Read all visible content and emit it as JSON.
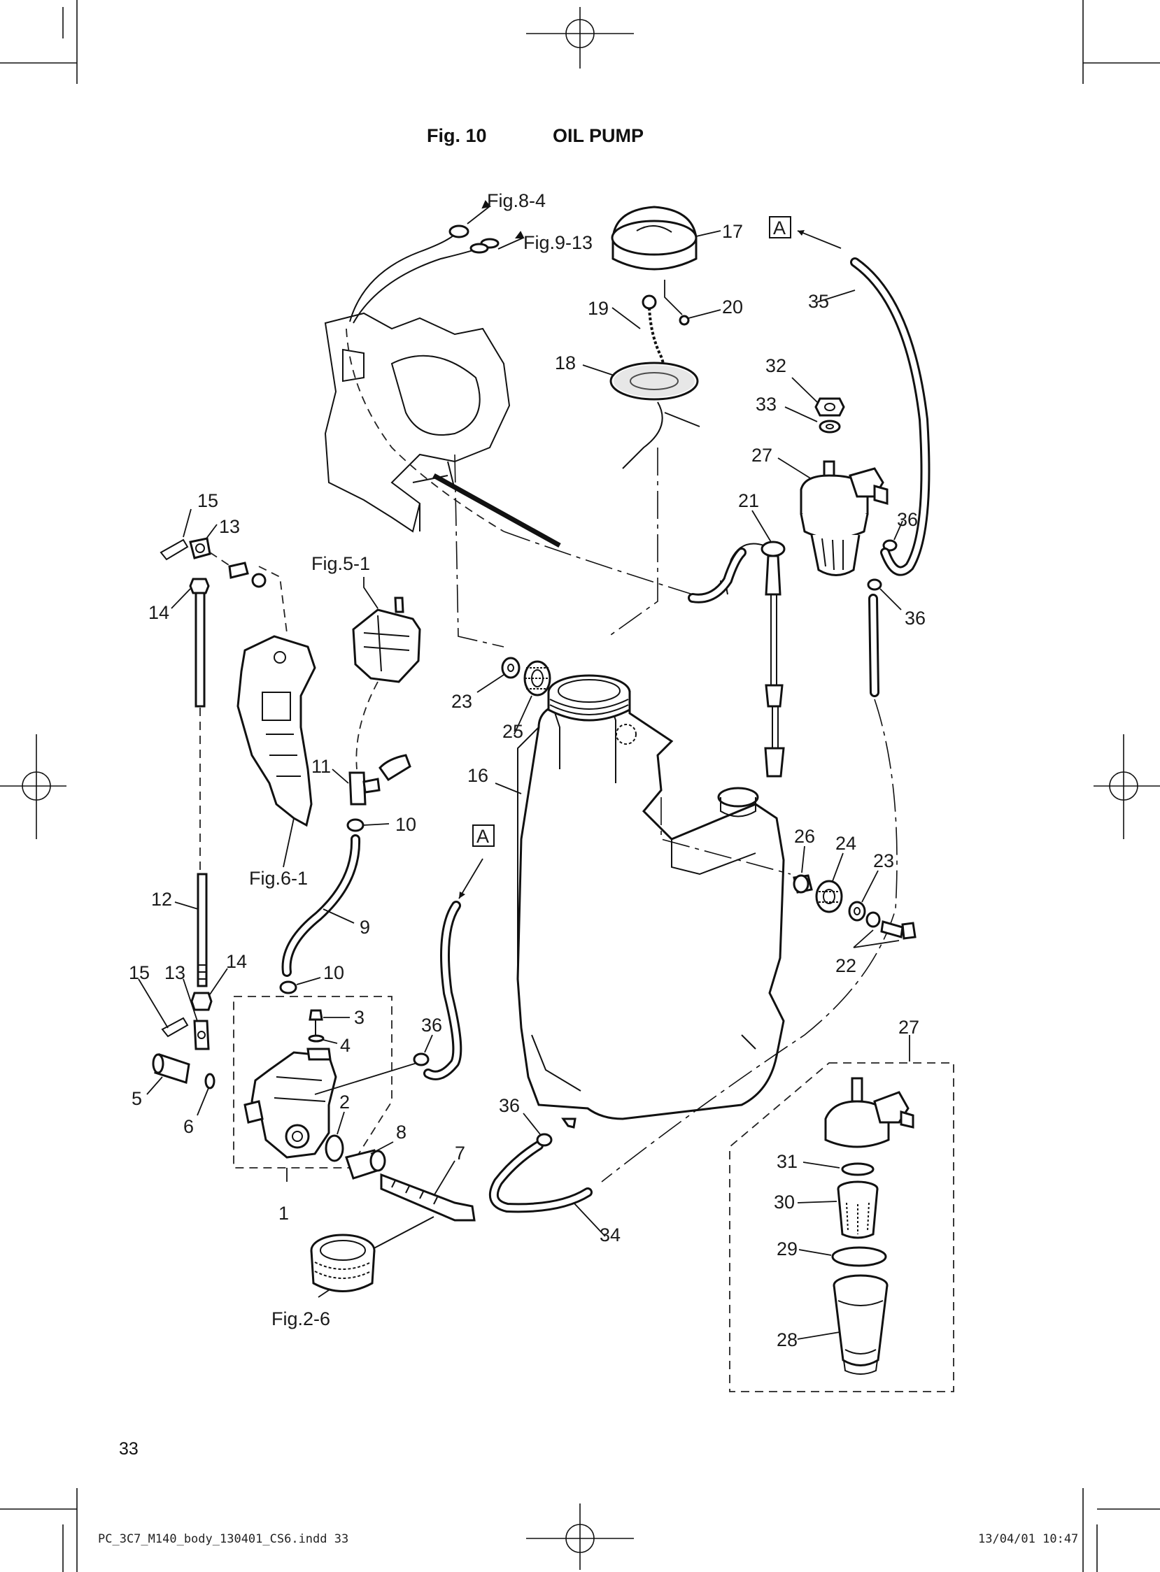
{
  "header": {
    "fig_number": "Fig. 10",
    "fig_title": "OIL PUMP"
  },
  "references": {
    "fig_8_4": "Fig.8-4",
    "fig_9_13": "Fig.9-13",
    "fig_5_1": "Fig.5-1",
    "fig_6_1": "Fig.6-1",
    "fig_2_6": "Fig.2-6",
    "marker_a": "A"
  },
  "callouts": {
    "p1": "1",
    "p2": "2",
    "p3": "3",
    "p4": "4",
    "p5": "5",
    "p6": "6",
    "p7": "7",
    "p8": "8",
    "p9": "9",
    "p10": "10",
    "p11": "11",
    "p12": "12",
    "p13": "13",
    "p14": "14",
    "p15": "15",
    "p16": "16",
    "p17": "17",
    "p18": "18",
    "p19": "19",
    "p20": "20",
    "p21": "21",
    "p22": "22",
    "p23": "23",
    "p24": "24",
    "p25": "25",
    "p26": "26",
    "p27": "27",
    "p28": "28",
    "p29": "29",
    "p30": "30",
    "p31": "31",
    "p32": "32",
    "p33": "33",
    "p34": "34",
    "p35": "35",
    "p36": "36"
  },
  "footer": {
    "page_number": "33",
    "file_name": "PC_3C7_M140_body_130401_CS6.indd   33",
    "timestamp": "13/04/01   10:47"
  }
}
